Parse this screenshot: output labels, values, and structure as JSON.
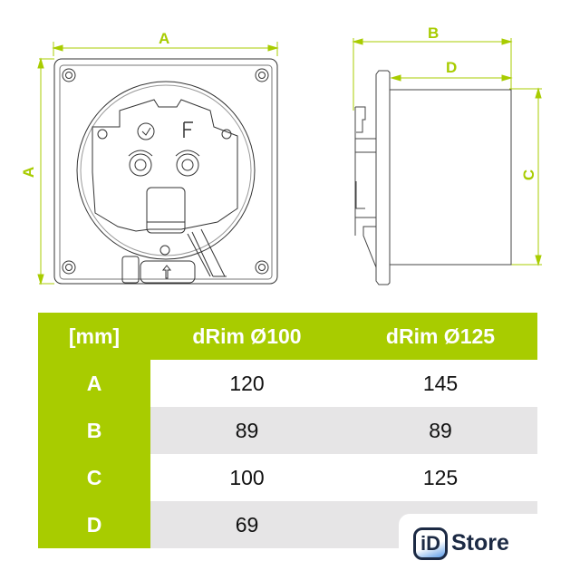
{
  "diagram": {
    "front_view": {
      "dimension_labels": {
        "width": "A",
        "height": "A"
      },
      "icons": [
        "timer-icon",
        "f-letter-icon"
      ]
    },
    "side_view": {
      "dimension_labels": {
        "total_depth": "B",
        "duct_depth": "D",
        "duct_diameter": "C"
      }
    },
    "accent_color": "#a8cc00"
  },
  "table": {
    "headers": [
      "[mm]",
      "dRim Ø100",
      "dRim Ø125"
    ],
    "rows": [
      {
        "label": "A",
        "values": [
          "120",
          "145"
        ]
      },
      {
        "label": "B",
        "values": [
          "89",
          "89"
        ]
      },
      {
        "label": "C",
        "values": [
          "100",
          "125"
        ]
      },
      {
        "label": "D",
        "values": [
          "69",
          ""
        ]
      }
    ]
  },
  "watermark": {
    "badge": "iD",
    "text": "Store"
  }
}
